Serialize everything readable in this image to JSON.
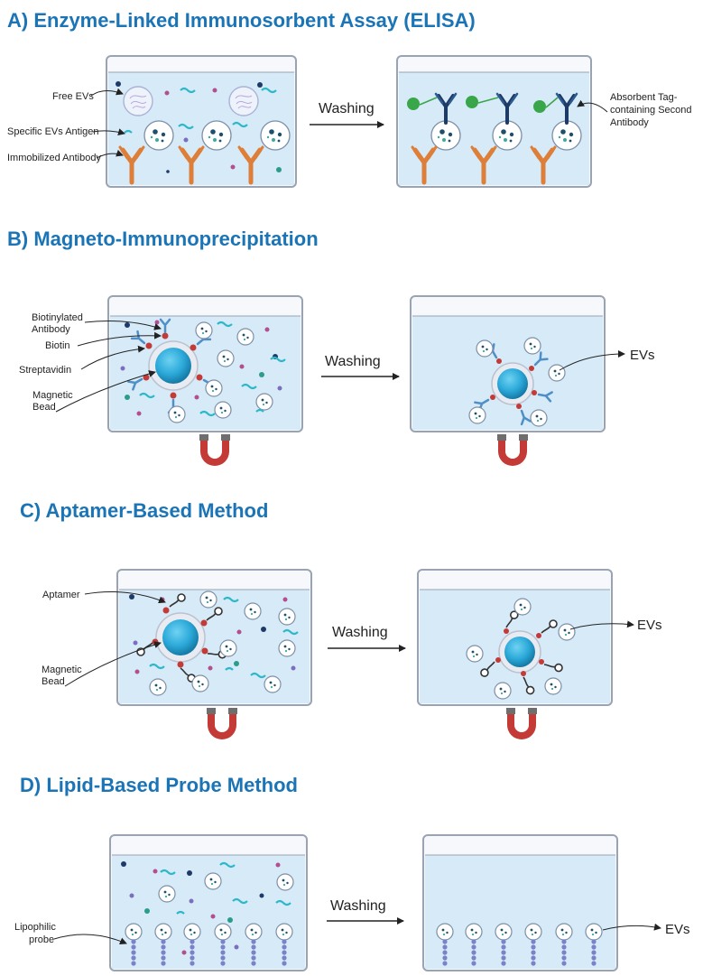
{
  "colors": {
    "title": "#1a74b5",
    "liquid": "#d7eaf8",
    "container_stroke": "#9aa3b2",
    "antibody_orange": "#dd7f39",
    "antibody_blue": "#4f8fc8",
    "antibody_navy": "#1e3a66",
    "bead": "#2ba9d9",
    "magnet_red": "#c43a36",
    "tag_green": "#3aa64a",
    "lipid_purple": "#7a82c9"
  },
  "panels": {
    "a": {
      "title": "A) Enzyme-Linked Immunosorbent Assay (ELISA)",
      "labels": {
        "free_evs": "Free EVs",
        "antigen": "Specific EVs Antigen",
        "immobilized": "Immobilized Antibody",
        "tag_line1": "Absorbent Tag-",
        "tag_line2": "containing Second",
        "tag_line3": "Antibody"
      },
      "step": "Washing"
    },
    "b": {
      "title": "B) Magneto-Immunoprecipitation",
      "labels": {
        "biotinylated_line1": "Biotinylated",
        "biotinylated_line2": "Antibody",
        "biotin": "Biotin",
        "streptavidin": "Streptavidin",
        "magnetic_line1": "Magnetic",
        "magnetic_line2": "Bead"
      },
      "step": "Washing",
      "output": "EVs"
    },
    "c": {
      "title": "C) Aptamer-Based Method",
      "labels": {
        "aptamer": "Aptamer",
        "magnetic_line1": "Magnetic",
        "magnetic_line2": "Bead"
      },
      "step": "Washing",
      "output": "EVs"
    },
    "d": {
      "title": "D) Lipid-Based Probe Method",
      "labels": {
        "lipophilic_line1": "Lipophilic",
        "lipophilic_line2": "probe"
      },
      "step": "Washing",
      "output": "EVs"
    }
  }
}
